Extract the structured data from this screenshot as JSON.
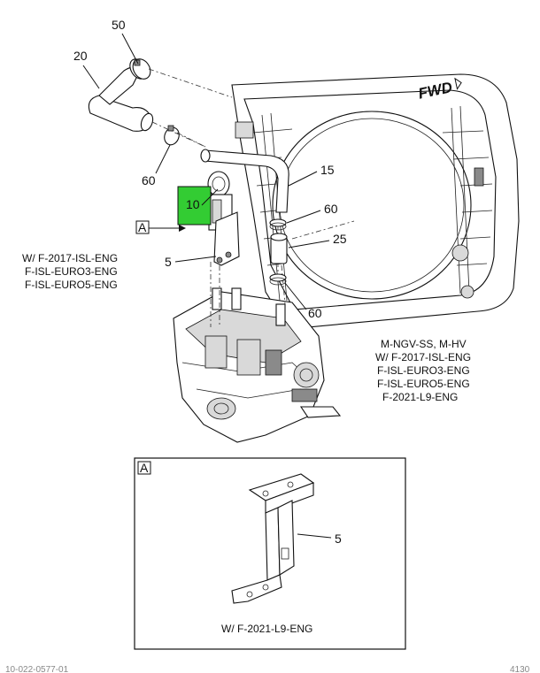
{
  "callouts": {
    "c50": "50",
    "c20": "20",
    "c60_top": "60",
    "c10": "10",
    "c15": "15",
    "c60_mid": "60",
    "c25": "25",
    "c5_main": "5",
    "c60_low": "60",
    "c5_detail": "5"
  },
  "view_markers": {
    "main": "A",
    "detail": "A"
  },
  "direction_label": "FWD",
  "notes": {
    "left": [
      "W/ F-2017-ISL-ENG",
      "F-ISL-EURO3-ENG",
      "F-ISL-EURO5-ENG"
    ],
    "right": [
      "M-NGV-SS, M-HV",
      "W/ F-2017-ISL-ENG",
      "F-ISL-EURO3-ENG",
      "F-ISL-EURO5-ENG",
      "F-2021-L9-ENG"
    ],
    "detail": "W/ F-2021-L9-ENG"
  },
  "footer": {
    "left": "10-022-0577-01",
    "right": "4130"
  },
  "colors": {
    "highlight": "#33cc33",
    "line": "#111111"
  }
}
